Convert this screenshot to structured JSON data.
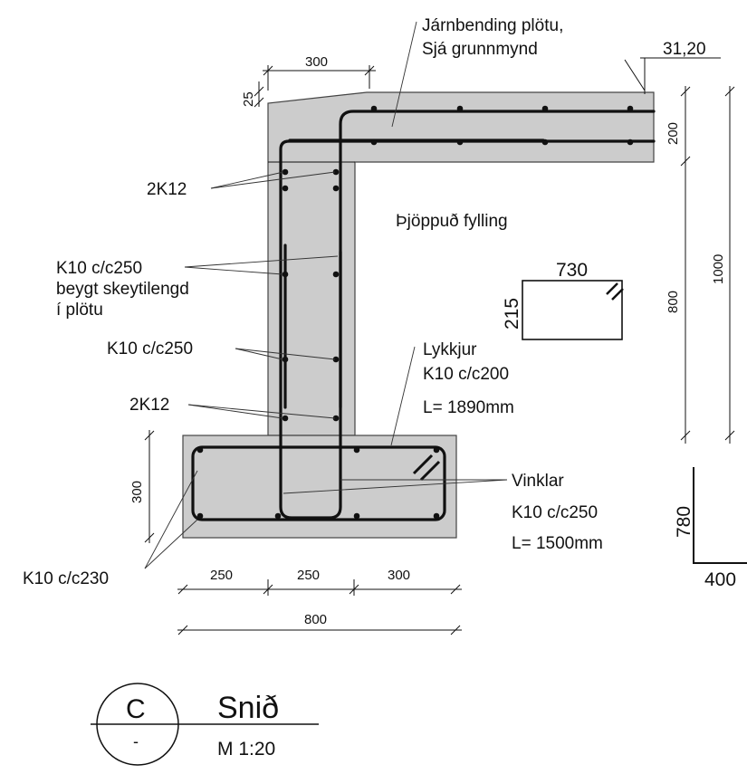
{
  "labels": {
    "slab_reinforcement_line1": "Járnbending plötu,",
    "slab_reinforcement_line2": "Sjá grunnmynd",
    "level": "31,20",
    "bars_2k12_top": "2K12",
    "k10_bent_line1": "K10 c/c250",
    "k10_bent_line2": "beygt skeytilengd",
    "k10_bent_line3": "í plötu",
    "k10_wall": "K10 c/c250",
    "bars_2k12_bottom": "2K12",
    "compacted_fill": "Þjöppuð fylling",
    "loops_line1": "Lykkjur",
    "loops_line2": "K10 c/c200",
    "loops_line3": "L= 1890mm",
    "stirrups_line1": "Vinklar",
    "stirrups_line2": "K10 c/c250",
    "stirrups_line3": "L= 1500mm",
    "footing_bars": "K10 c/c230"
  },
  "dimensions": {
    "top_width": "300",
    "chamfer": "25",
    "slab_thickness": "200",
    "wall_height": "800",
    "total_height": "1000",
    "footing_height": "300",
    "footing_left": "250",
    "footing_mid": "250",
    "footing_right": "300",
    "footing_total": "800",
    "loop_width": "730",
    "loop_height": "215",
    "bent_leg": "780",
    "bent_length": "400"
  },
  "title_block": {
    "section_letter": "C",
    "section_sheet": "-",
    "title": "Snið",
    "scale": "M 1:20"
  }
}
